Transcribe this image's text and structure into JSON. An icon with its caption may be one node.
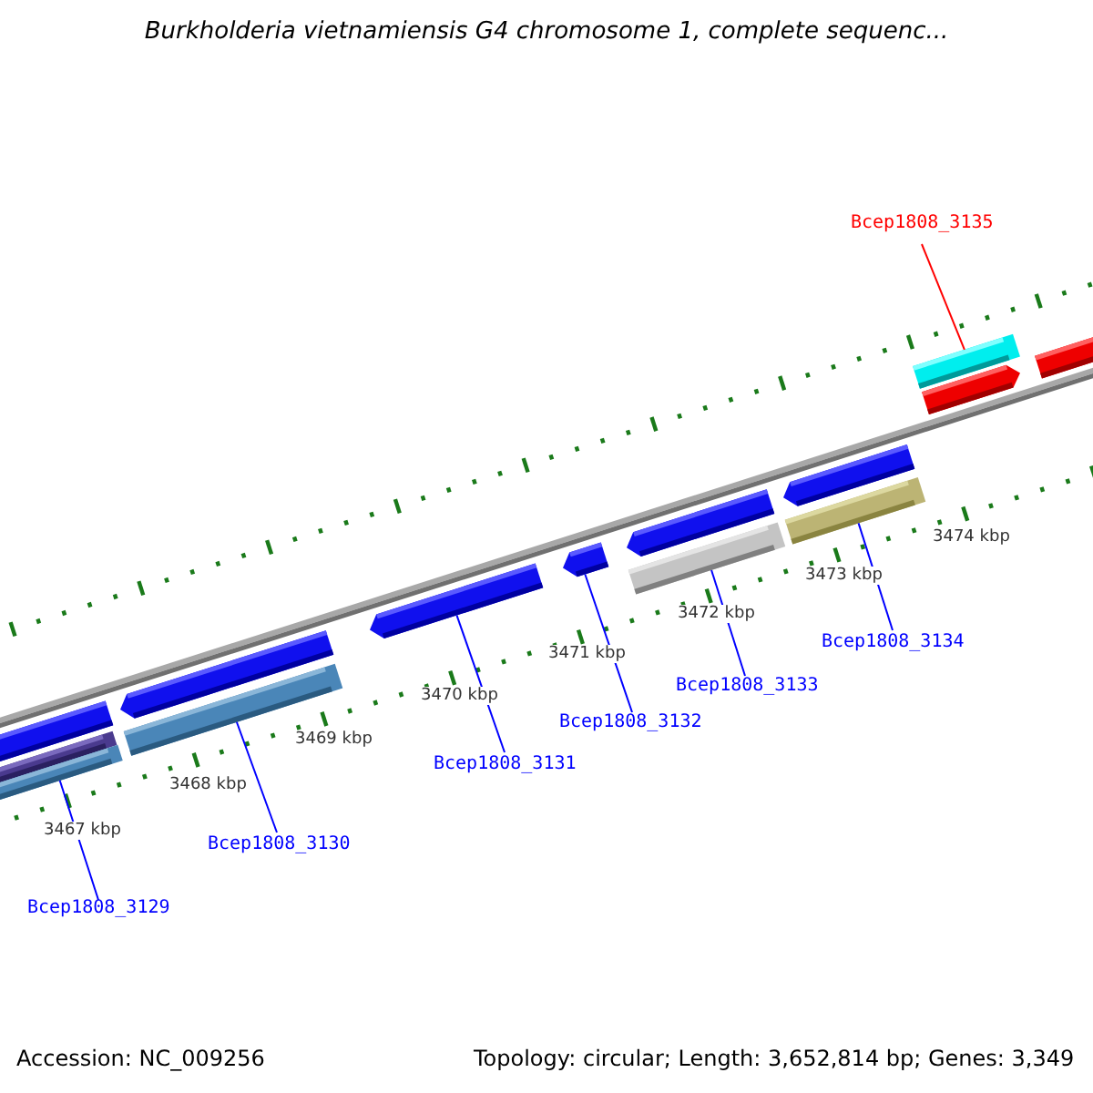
{
  "diagram": {
    "title": "Burkholderia vietnamiensis G4 chromosome 1, complete sequenc...",
    "nodes": [
      {
        "text": [
          "Bcep1808_3135"
        ]
      },
      {
        "text": [
          "Bcep1808_3134"
        ]
      },
      {
        "text": [
          "Bcep1808_3133"
        ]
      },
      {
        "text": [
          "Bcep1808_3132"
        ]
      },
      {
        "text": [
          "Bcep1808_3131"
        ]
      },
      {
        "text": [
          "Bcep1808_3130"
        ]
      },
      {
        "text": [
          "Bcep1808_3129"
        ]
      },
      {
        "text": [],
        "shape": "bar"
      },
      {
        "text": [],
        "shape": "bar"
      },
      {
        "text": [],
        "shape": "bar"
      },
      {
        "text": [],
        "shape": "bar"
      },
      {
        "text": [],
        "shape": "bar"
      },
      {
        "text": [],
        "shape": "bar"
      },
      {
        "text": [],
        "shape": "bar"
      },
      {
        "text": [],
        "shape": "bar"
      },
      {
        "text": [],
        "shape": "bar"
      },
      {
        "text": [],
        "shape": "bar"
      },
      {
        "text": [],
        "shape": "bar"
      },
      {
        "text": [],
        "shape": "bar"
      },
      {
        "text": [],
        "shape": "bar"
      },
      {
        "text": [],
        "shape": "bar"
      }
    ],
    "edges": [
      {
        "from": 0,
        "to": 18,
        "arrow": "none",
        "color": "#ff0000"
      },
      {
        "from": 1,
        "to": 17,
        "arrow": "none"
      },
      {
        "from": 2,
        "to": 15,
        "arrow": "none"
      },
      {
        "from": 3,
        "to": 13,
        "arrow": "none"
      },
      {
        "from": 4,
        "to": 12,
        "arrow": "none"
      },
      {
        "from": 5,
        "to": 11,
        "arrow": "none"
      },
      {
        "from": 6,
        "to": 9,
        "arrow": "none"
      }
    ],
    "labels": [
      "3474 kbp",
      "3473 kbp",
      "3472 kbp",
      "3471 kbp",
      "3470 kbp",
      "3469 kbp",
      "3468 kbp",
      "3467 kbp",
      "Accession: NC_009256",
      "Topology: circular; Length: 3,652,814 bp; Genes: 3,349"
    ]
  }
}
